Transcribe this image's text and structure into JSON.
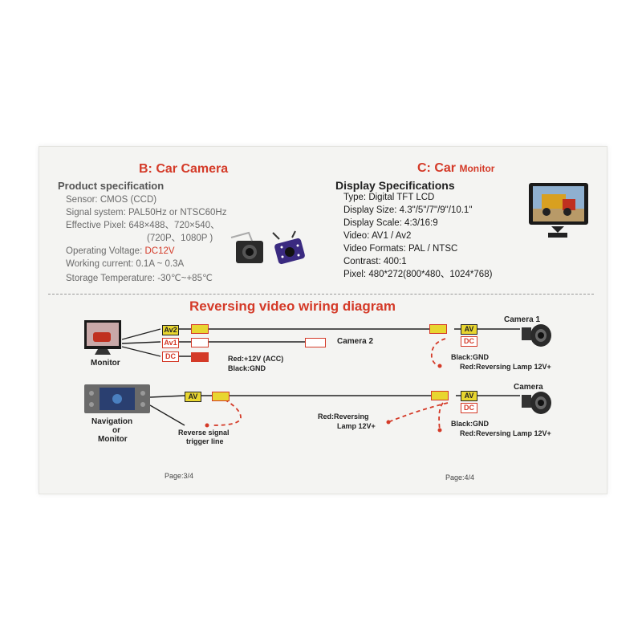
{
  "section_b": {
    "title": "B: Car Camera",
    "heading": "Product specification",
    "lines": [
      "Sensor: CMOS (CCD)",
      "Signal system: PAL50Hz or NTSC60Hz",
      "Effective Pixel: 648×488、720×540、",
      "(720P、1080P )",
      "Operating Voltage:",
      "Working current: 0.1A ~ 0.3A",
      "Storage Temperature: -30℃~+85℃"
    ],
    "voltage_value": "DC12V"
  },
  "section_c": {
    "title_prefix": "C: Car",
    "title_suffix": "Monitor",
    "heading": "Display Specifications",
    "lines": [
      "Type: Digital TFT LCD",
      "Display Size: 4.3\"/5\"/7\"/9\"/10.1\"",
      "Display Scale: 4:3/16:9",
      "Video: AV1 / Av2",
      "Video Formats: PAL / NTSC",
      "Contrast: 400:1",
      "Pixel: 480*272(800*480、1024*768)"
    ]
  },
  "diagram": {
    "title": "Reversing video wiring diagram",
    "monitor_label": "Monitor",
    "nav_label_1": "Navigation",
    "nav_label_2": "or",
    "nav_label_3": "Monitor",
    "tag_av2": "Av2",
    "tag_av1": "Av1",
    "tag_dc": "DC",
    "tag_av": "AV",
    "camera2_label": "Camera 2",
    "power_red": "Red:+12V (ACC)",
    "power_black": "Black:GND",
    "camera1_label": "Camera 1",
    "camera_label": "Camera",
    "black_gnd": "Black:GND",
    "red_reversing": "Red:Reversing Lamp  12V+",
    "reverse_signal_1": "Reverse signal",
    "reverse_signal_2": "trigger line",
    "red_reversing_mid_1": "Red:Reversing",
    "red_reversing_mid_2": "Lamp  12V+"
  },
  "pages": {
    "left": "Page:3/4",
    "right": "Page:4/4"
  },
  "colors": {
    "accent_red": "#d43a28",
    "tag_yellow": "#e8d630",
    "card_bg": "#f4f4f2"
  }
}
